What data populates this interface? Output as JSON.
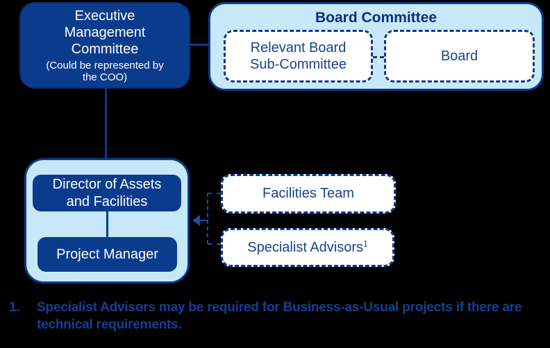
{
  "colors": {
    "background": "#000000",
    "navy": "#0B3B8C",
    "light_blue": "#C7E8F9",
    "dashed_border": "#0B3B8C",
    "box_text_blue": "#1A418F",
    "group_title_navy": "#0A2E7C",
    "footnote_blue": "#134094",
    "white": "#FFFFFF"
  },
  "nodes": {
    "executive": {
      "title": "Executive\nManagement\nCommittee",
      "subtitle": "(Could be represented by\nthe COO)"
    },
    "board_committee": {
      "title": "Board Committee",
      "sub_committee_label": "Relevant Board\nSub-Committee",
      "board_label": "Board"
    },
    "delivery_group": {
      "director_label": "Director of Assets\nand Facilities",
      "project_manager_label": "Project Manager"
    },
    "support": {
      "facilities_label": "Facilities Team",
      "specialist_label": "Specialist Advisors",
      "specialist_superscript": "1"
    }
  },
  "footnote": {
    "number": "1.",
    "text": "Specialist Advisors may be required for Business-as-Usual projects if there are\ntechnical requirements."
  }
}
